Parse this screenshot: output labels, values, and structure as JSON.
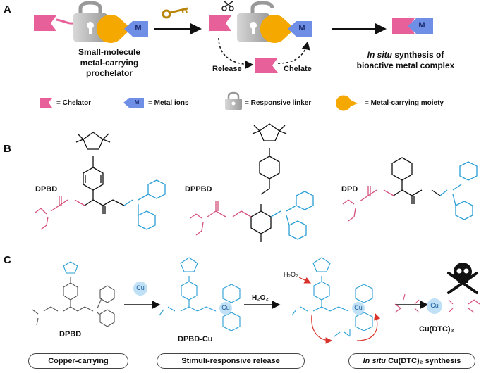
{
  "panels": {
    "a": "A",
    "b": "B",
    "c": "C"
  },
  "panel_a": {
    "prochelator_caption": [
      "Small-molecule",
      "metal-carrying prochelator"
    ],
    "release_label": "Release",
    "chelate_label": "Chelate",
    "product_caption_italic": "In situ",
    "product_caption_rest": " synthesis of",
    "product_caption_line2": "bioactive metal complex",
    "m_label": "M"
  },
  "legend": {
    "chelator": "= Chelator",
    "metal_ions": "= Metal ions",
    "responsive_linker": "= Responsive linker",
    "metal_carrying_moiety": "= Metal-carrying moiety",
    "m_label": "M"
  },
  "panel_b": {
    "compounds": [
      "DPBD",
      "DPPBD",
      "DPD"
    ]
  },
  "panel_c": {
    "cu_bubble": "Cu",
    "h2o2_arrow": "H₂O₂",
    "h2o2_small": "H₂O₂",
    "labels": [
      "DPBD",
      "DPBD-Cu",
      "Cu(DTC)₂"
    ],
    "stages": [
      "Copper-carrying",
      "Stimuli-responsive release",
      "In situ Cu(DTC)₂ synthesis"
    ],
    "stage3_italic": "In situ",
    "stage3_rest": " Cu(DTC)₂ synthesis"
  },
  "colors": {
    "chelator_pink": "#e8609a",
    "metal_blue": "#6f8fe6",
    "moiety_orange": "#f5a800",
    "lock_gray": "#b0b0b0",
    "ligand_blue": "#2a9fd6",
    "thio_pink": "#d4507a",
    "arrow_red": "#d9342b"
  }
}
